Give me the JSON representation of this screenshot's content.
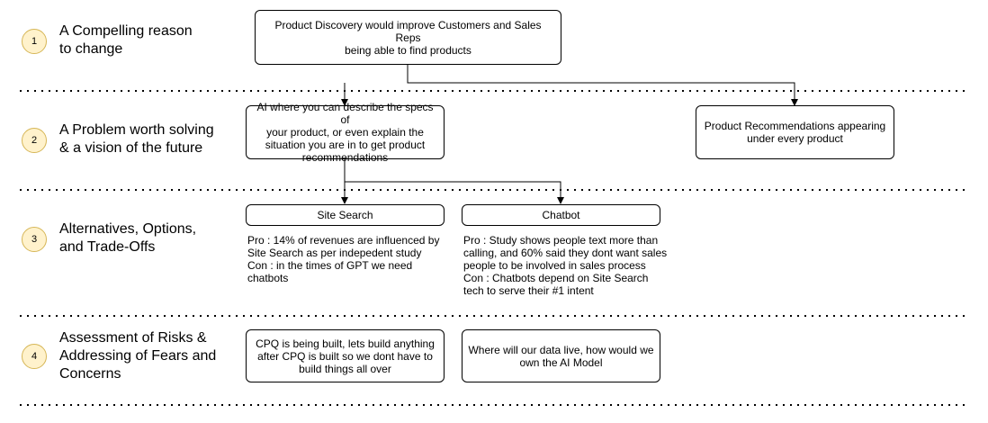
{
  "stages": [
    {
      "number": "1",
      "title": "A Compelling reason\nto change"
    },
    {
      "number": "2",
      "title": "A Problem worth solving\n& a vision of the future"
    },
    {
      "number": "3",
      "title": "Alternatives, Options,\nand Trade-Offs"
    },
    {
      "number": "4",
      "title": "Assessment of Risks &\nAddressing of Fears and\nConcerns"
    }
  ],
  "boxes": {
    "reason": "Product Discovery would improve Customers and Sales Reps\nbeing able to find products",
    "ai_describe": "AI where you can describe the specs of\nyour product, or even explain the\nsituation you are in to get product\nrecommendations",
    "recommendations": "Product Recommendations appearing\nunder every product",
    "site_search": "Site Search",
    "chatbot": "Chatbot",
    "risk_cpq": "CPQ is being built, lets build anything\nafter CPQ is built so we dont have to\nbuild things all over",
    "risk_data": "Where will our data live, how would we\nown the AI Model"
  },
  "notes": {
    "site_search": "Pro : 14% of revenues are influenced by\nSite Search as per indepedent study\nCon : in the times of GPT we need\nchatbots",
    "chatbot": "Pro : Study shows people text more than\ncalling, and 60% said they dont want sales\npeople to be involved in sales process\nCon : Chatbots depend on Site Search\ntech to serve their #1 intent"
  }
}
